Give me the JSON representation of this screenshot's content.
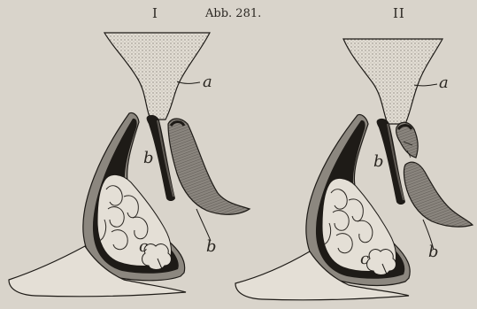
{
  "figure": {
    "caption": "Abb. 281.",
    "panels": [
      {
        "numeral": "I",
        "labels": {
          "a": "a",
          "b": "b",
          "c": "c",
          "d": "b"
        }
      },
      {
        "numeral": "II",
        "labels": {
          "a": "a",
          "b": "b",
          "c": "c",
          "d": "b"
        }
      }
    ]
  },
  "colors": {
    "paper": "#d9d4cb",
    "ink": "#1e1b17",
    "stipple": "#a7a197",
    "mid_gray": "#7f7a73"
  }
}
